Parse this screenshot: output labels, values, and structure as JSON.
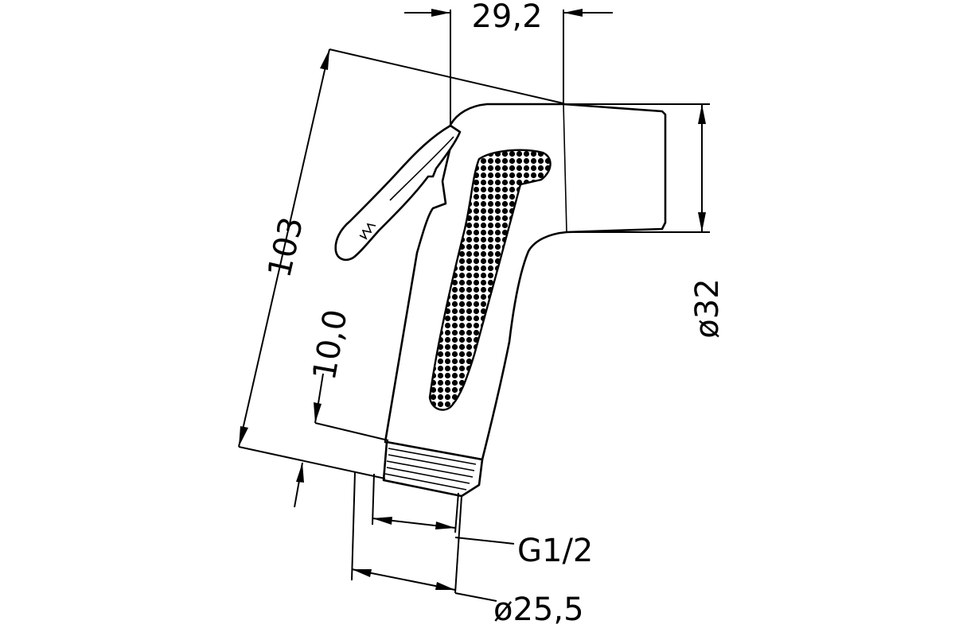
{
  "drawing": {
    "subject": "bidet sprayer head",
    "line_color": "#000000",
    "background_color": "#ffffff",
    "dimensions": {
      "top_width": "29,2",
      "total_height": "103",
      "head_diameter": "ø32",
      "thread_offset": "10,0",
      "thread_size": "G1/2",
      "base_diameter": "ø25,5"
    }
  }
}
